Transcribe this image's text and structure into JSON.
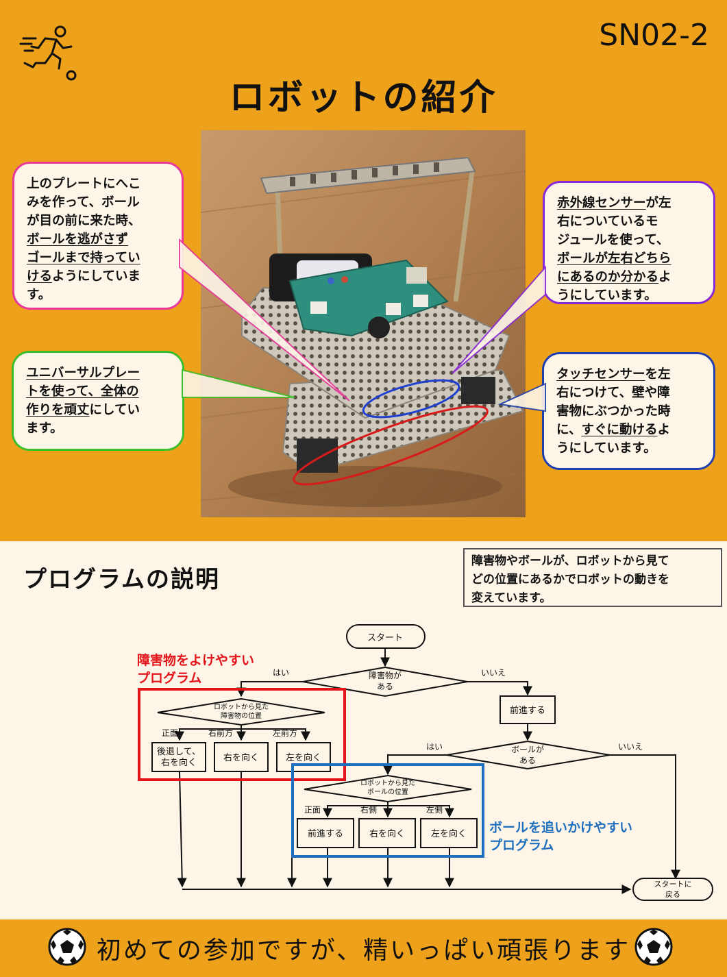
{
  "header": {
    "code": "SN02-2",
    "title": "ロボットの紹介",
    "runner_icon": "runner-icon"
  },
  "callouts": {
    "top_left": {
      "lines": [
        "上のプレートにへこ",
        "みを作って、ボール",
        "が目の前に来た時、",
        "<u>ボールを逃がさず</u>",
        "<u>ゴールまで持ってい</u>",
        "<u>ける</u>ようにしていま",
        "す。"
      ]
    },
    "bottom_left": {
      "lines": [
        "<u>ユニバーサルプレー</u>",
        "<u>トを使って、全体の</u>",
        "<u>作りを頑丈</u>にしてい",
        "ます。"
      ]
    },
    "top_right": {
      "lines": [
        "<u>赤外線センサー</u>が左",
        "右についているモ",
        "ジュールを使って、",
        "<u>ボールが左右どちら</u>",
        "<u>にあるのか分かる</u>よ",
        "うにしています。"
      ]
    },
    "bottom_right": {
      "lines": [
        "<u>タッチセンサー</u>を左",
        "右につけて、壁や障",
        "害物にぶつかった時",
        "に、<u>すぐに動ける</u>よ",
        "うにしています。"
      ]
    }
  },
  "program": {
    "title": "プログラムの説明",
    "note": [
      "障害物やボールが、ロボットから見て",
      "どの位置にあるかでロボットの動きを",
      "変えています。"
    ]
  },
  "flowchart": {
    "start": "スタート",
    "d_obstacle": [
      "障害物が",
      "ある"
    ],
    "yes": "はい",
    "no": "いいえ",
    "forward": "前進する",
    "d_obstacle_pos": [
      "ロボットから見た",
      "障害物の位置"
    ],
    "front": "正面",
    "right_front": "右前方",
    "left_front": "左前方",
    "back_right": [
      "後退して、",
      "右を向く"
    ],
    "turn_right": "右を向く",
    "turn_left": "左を向く",
    "d_ball": [
      "ボールが",
      "ある"
    ],
    "d_ball_pos": [
      "ロボットから見た",
      "ボールの位置"
    ],
    "right_side": "右側",
    "left_side": "左側",
    "return": [
      "スタートに",
      "戻る"
    ],
    "label_red": [
      "障害物をよけやすい",
      "プログラム"
    ],
    "label_blue": [
      "ボールを追いかけやすい",
      "プログラム"
    ],
    "red": "#e3151b",
    "blue": "#1f6fbf"
  },
  "footer": {
    "motto": "初めての参加ですが、精いっぱい頑張ります",
    "ball_icon": "soccer-ball-icon"
  }
}
